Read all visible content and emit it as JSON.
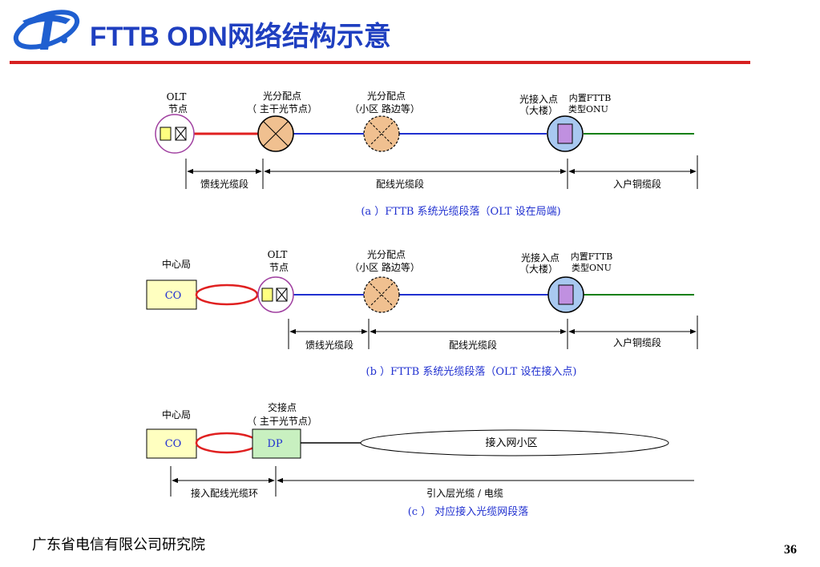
{
  "header": {
    "title": "FTTB ODN网络结构示意"
  },
  "footer": {
    "organization": "广东省电信有限公司研究院",
    "page_number": "36"
  },
  "colors": {
    "title": "#1f3fc0",
    "rule": "#d62020",
    "feeder": "#e02020",
    "distribution": "#2030d0",
    "drop": "#108010",
    "caption": "#2030d0"
  },
  "diagram_a": {
    "olt_label_1": "OLT",
    "olt_label_2": "节点",
    "split1_label_1": "光分配点",
    "split1_label_2": "（ 主干光节点）",
    "split2_label_1": "光分配点",
    "split2_label_2": "（小区 路边等）",
    "access_label_1": "光接入点",
    "access_label_2": "（大楼）",
    "onu_label_1": "内置FTTB",
    "onu_label_2": "类型ONU",
    "seg_feeder": "馈线光缆段",
    "seg_distribution": "配线光缆段",
    "seg_drop": "入户铜缆段",
    "caption": "(a ）FTTB 系统光缆段落（OLT 设在局端)"
  },
  "diagram_b": {
    "central_office_label": "中心局",
    "co_box": "CO",
    "olt_label_1": "OLT",
    "olt_label_2": "节点",
    "split_label_1": "光分配点",
    "split_label_2": "（小区 路边等）",
    "access_label_1": "光接入点",
    "access_label_2": "（大楼）",
    "onu_label_1": "内置FTTB",
    "onu_label_2": "类型ONU",
    "seg_feeder": "馈线光缆段",
    "seg_distribution": "配线光缆段",
    "seg_drop": "入户铜缆段",
    "caption": "(b ）FTTB 系统光缆段落（OLT 设在接入点)"
  },
  "diagram_c": {
    "central_office_label": "中心局",
    "co_box": "CO",
    "dp_label_1": "交接点",
    "dp_label_2": "（ 主干光节点）",
    "dp_box": "DP",
    "access_area": "接入网小区",
    "seg_ring": "接入配线光缆环",
    "seg_access": "引入层光缆 / 电缆",
    "caption": "(c ）   对应接入光缆网段落"
  }
}
